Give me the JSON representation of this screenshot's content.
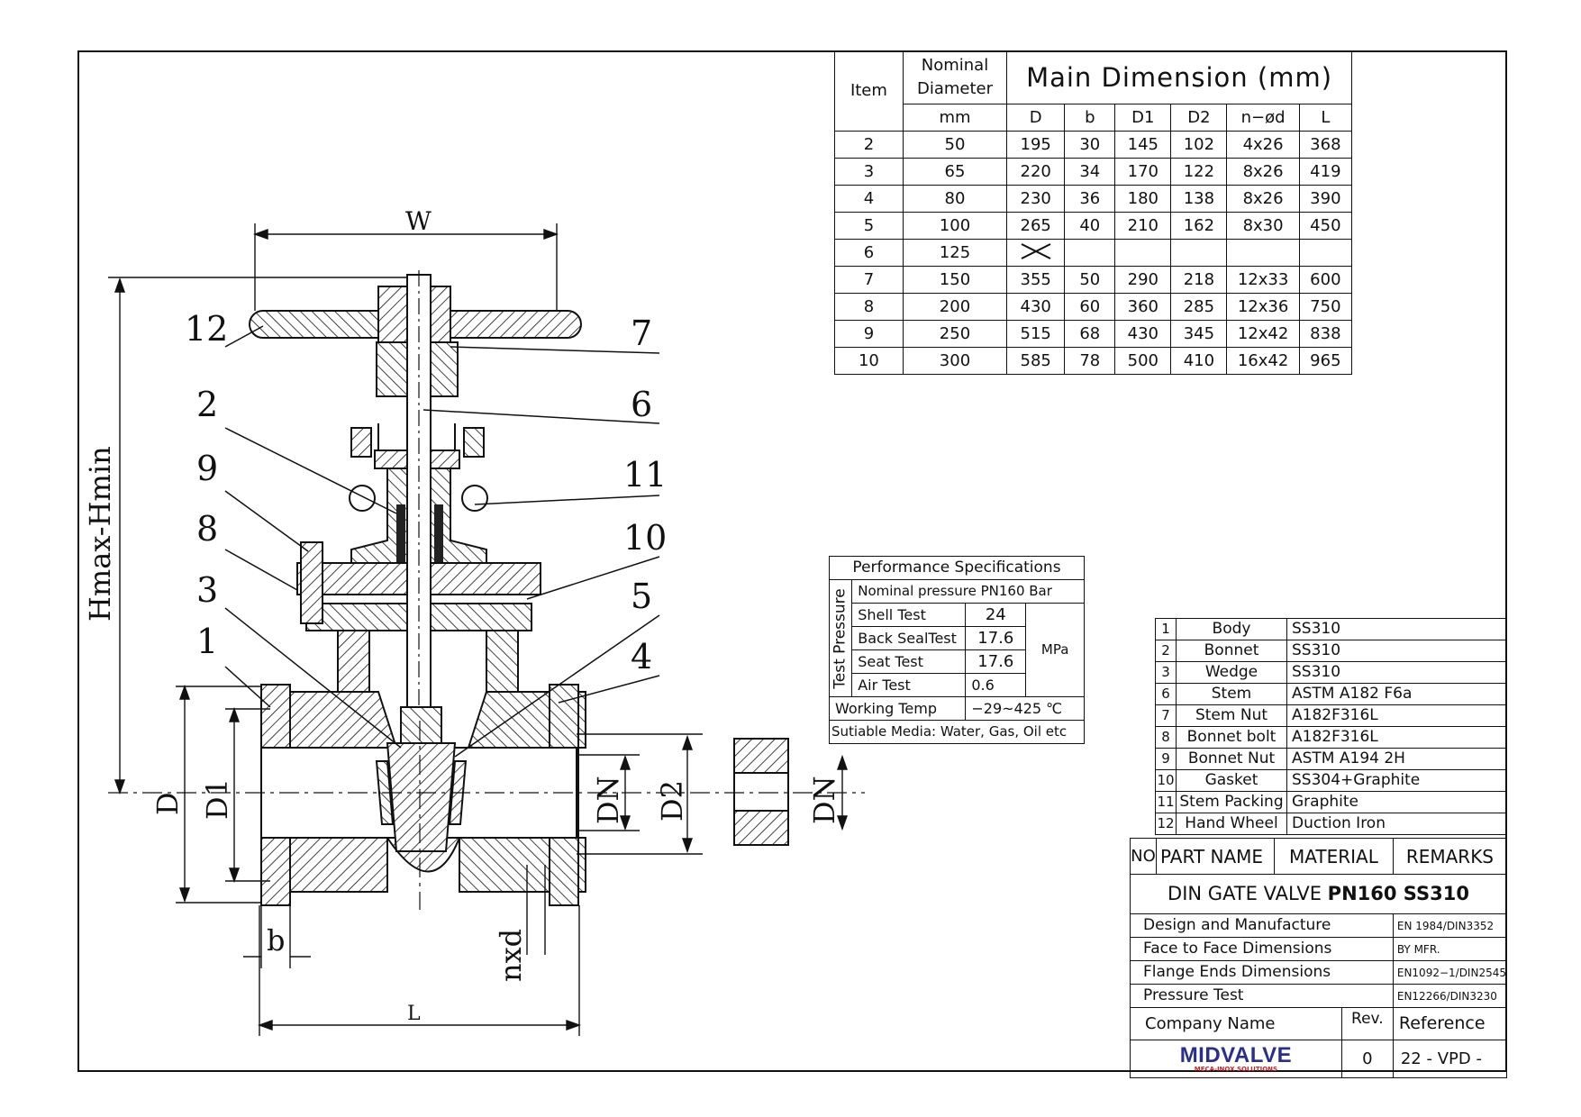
{
  "callouts": [
    "12",
    "7",
    "6",
    "2",
    "11",
    "9",
    "8",
    "10",
    "3",
    "5",
    "1",
    "4"
  ],
  "dimension_labels": {
    "W": "W",
    "H": "Hmax-Hmin",
    "D": "D",
    "D1": "D1",
    "DN": "DN",
    "D2": "D2",
    "DN2": "DN",
    "b": "b",
    "nxd": "nxd",
    "L": "L"
  },
  "dim_table": {
    "col_item": "Item",
    "col_nominal": "Nominal Diameter",
    "col_main": "Main Dimension (mm)",
    "unit_row": [
      "mm",
      "D",
      "b",
      "D1",
      "D2",
      "n−ød",
      "L"
    ],
    "rows": [
      [
        "2",
        "50",
        "195",
        "30",
        "145",
        "102",
        "4x26",
        "368"
      ],
      [
        "3",
        "65",
        "220",
        "34",
        "170",
        "122",
        "8x26",
        "419"
      ],
      [
        "4",
        "80",
        "230",
        "36",
        "180",
        "138",
        "8x26",
        "390"
      ],
      [
        "5",
        "100",
        "265",
        "40",
        "210",
        "162",
        "8x30",
        "450"
      ],
      [
        "6",
        "125",
        "",
        "",
        "",
        "",
        "",
        ""
      ],
      [
        "7",
        "150",
        "355",
        "50",
        "290",
        "218",
        "12x33",
        "600"
      ],
      [
        "8",
        "200",
        "430",
        "60",
        "360",
        "285",
        "12x36",
        "750"
      ],
      [
        "9",
        "250",
        "515",
        "68",
        "430",
        "345",
        "12x42",
        "838"
      ],
      [
        "10",
        "300",
        "585",
        "78",
        "500",
        "410",
        "16x42",
        "965"
      ]
    ]
  },
  "performance": {
    "title": "Performance Specifications",
    "side_label": "Test Pressure",
    "nominal": "Nominal pressure PN160 Bar",
    "tests": [
      {
        "name": "Shell Test",
        "value": "24"
      },
      {
        "name": "Back SealTest",
        "value": "17.6"
      },
      {
        "name": "Seat Test",
        "value": "17.6"
      },
      {
        "name": "Air Test",
        "value": "0.6"
      }
    ],
    "unit": "MPa",
    "working_temp_label": "Working Temp",
    "working_temp_value": "−29~425 ℃",
    "media": "Sutiable Media: Water, Gas, Oil etc"
  },
  "parts": [
    {
      "no": "1",
      "name": "Body",
      "material": "SS310"
    },
    {
      "no": "2",
      "name": "Bonnet",
      "material": "SS310"
    },
    {
      "no": "3",
      "name": "Wedge",
      "material": "SS310"
    },
    {
      "no": "6",
      "name": "Stem",
      "material": "ASTM A182 F6a"
    },
    {
      "no": "7",
      "name": "Stem Nut",
      "material": "A182F316L"
    },
    {
      "no": "8",
      "name": "Bonnet bolt",
      "material": "A182F316L"
    },
    {
      "no": "9",
      "name": "Bonnet Nut",
      "material": "ASTM A194 2H"
    },
    {
      "no": "10",
      "name": "Gasket",
      "material": "SS304+Graphite"
    },
    {
      "no": "11",
      "name": "Stem Packing",
      "material": "Graphite"
    },
    {
      "no": "12",
      "name": "Hand Wheel",
      "material": "Duction Iron"
    }
  ],
  "parts_header": {
    "no": "NO",
    "name": "PART NAME",
    "material": "MATERIAL",
    "remarks": "REMARKS"
  },
  "title_block": {
    "title_prefix": "DIN GATE VALVE ",
    "title_bold": "PN160 SS310",
    "standards": [
      {
        "label": "Design and Manufacture",
        "value": "EN 1984/DIN3352"
      },
      {
        "label": "Face to Face Dimensions",
        "value": "BY MFR."
      },
      {
        "label": "Flange Ends Dimensions",
        "value": "EN1092−1/DIN2545"
      },
      {
        "label": "Pressure Test",
        "value": "EN12266/DIN3230"
      }
    ],
    "company_label": "Company Name",
    "rev_label": "Rev.",
    "reference_label": "Reference",
    "logo_text": "MIDVALVE",
    "logo_sub": "MECA-INOX SOLUTIONS",
    "rev_value": "0",
    "reference_value": "22 - VPD -"
  }
}
